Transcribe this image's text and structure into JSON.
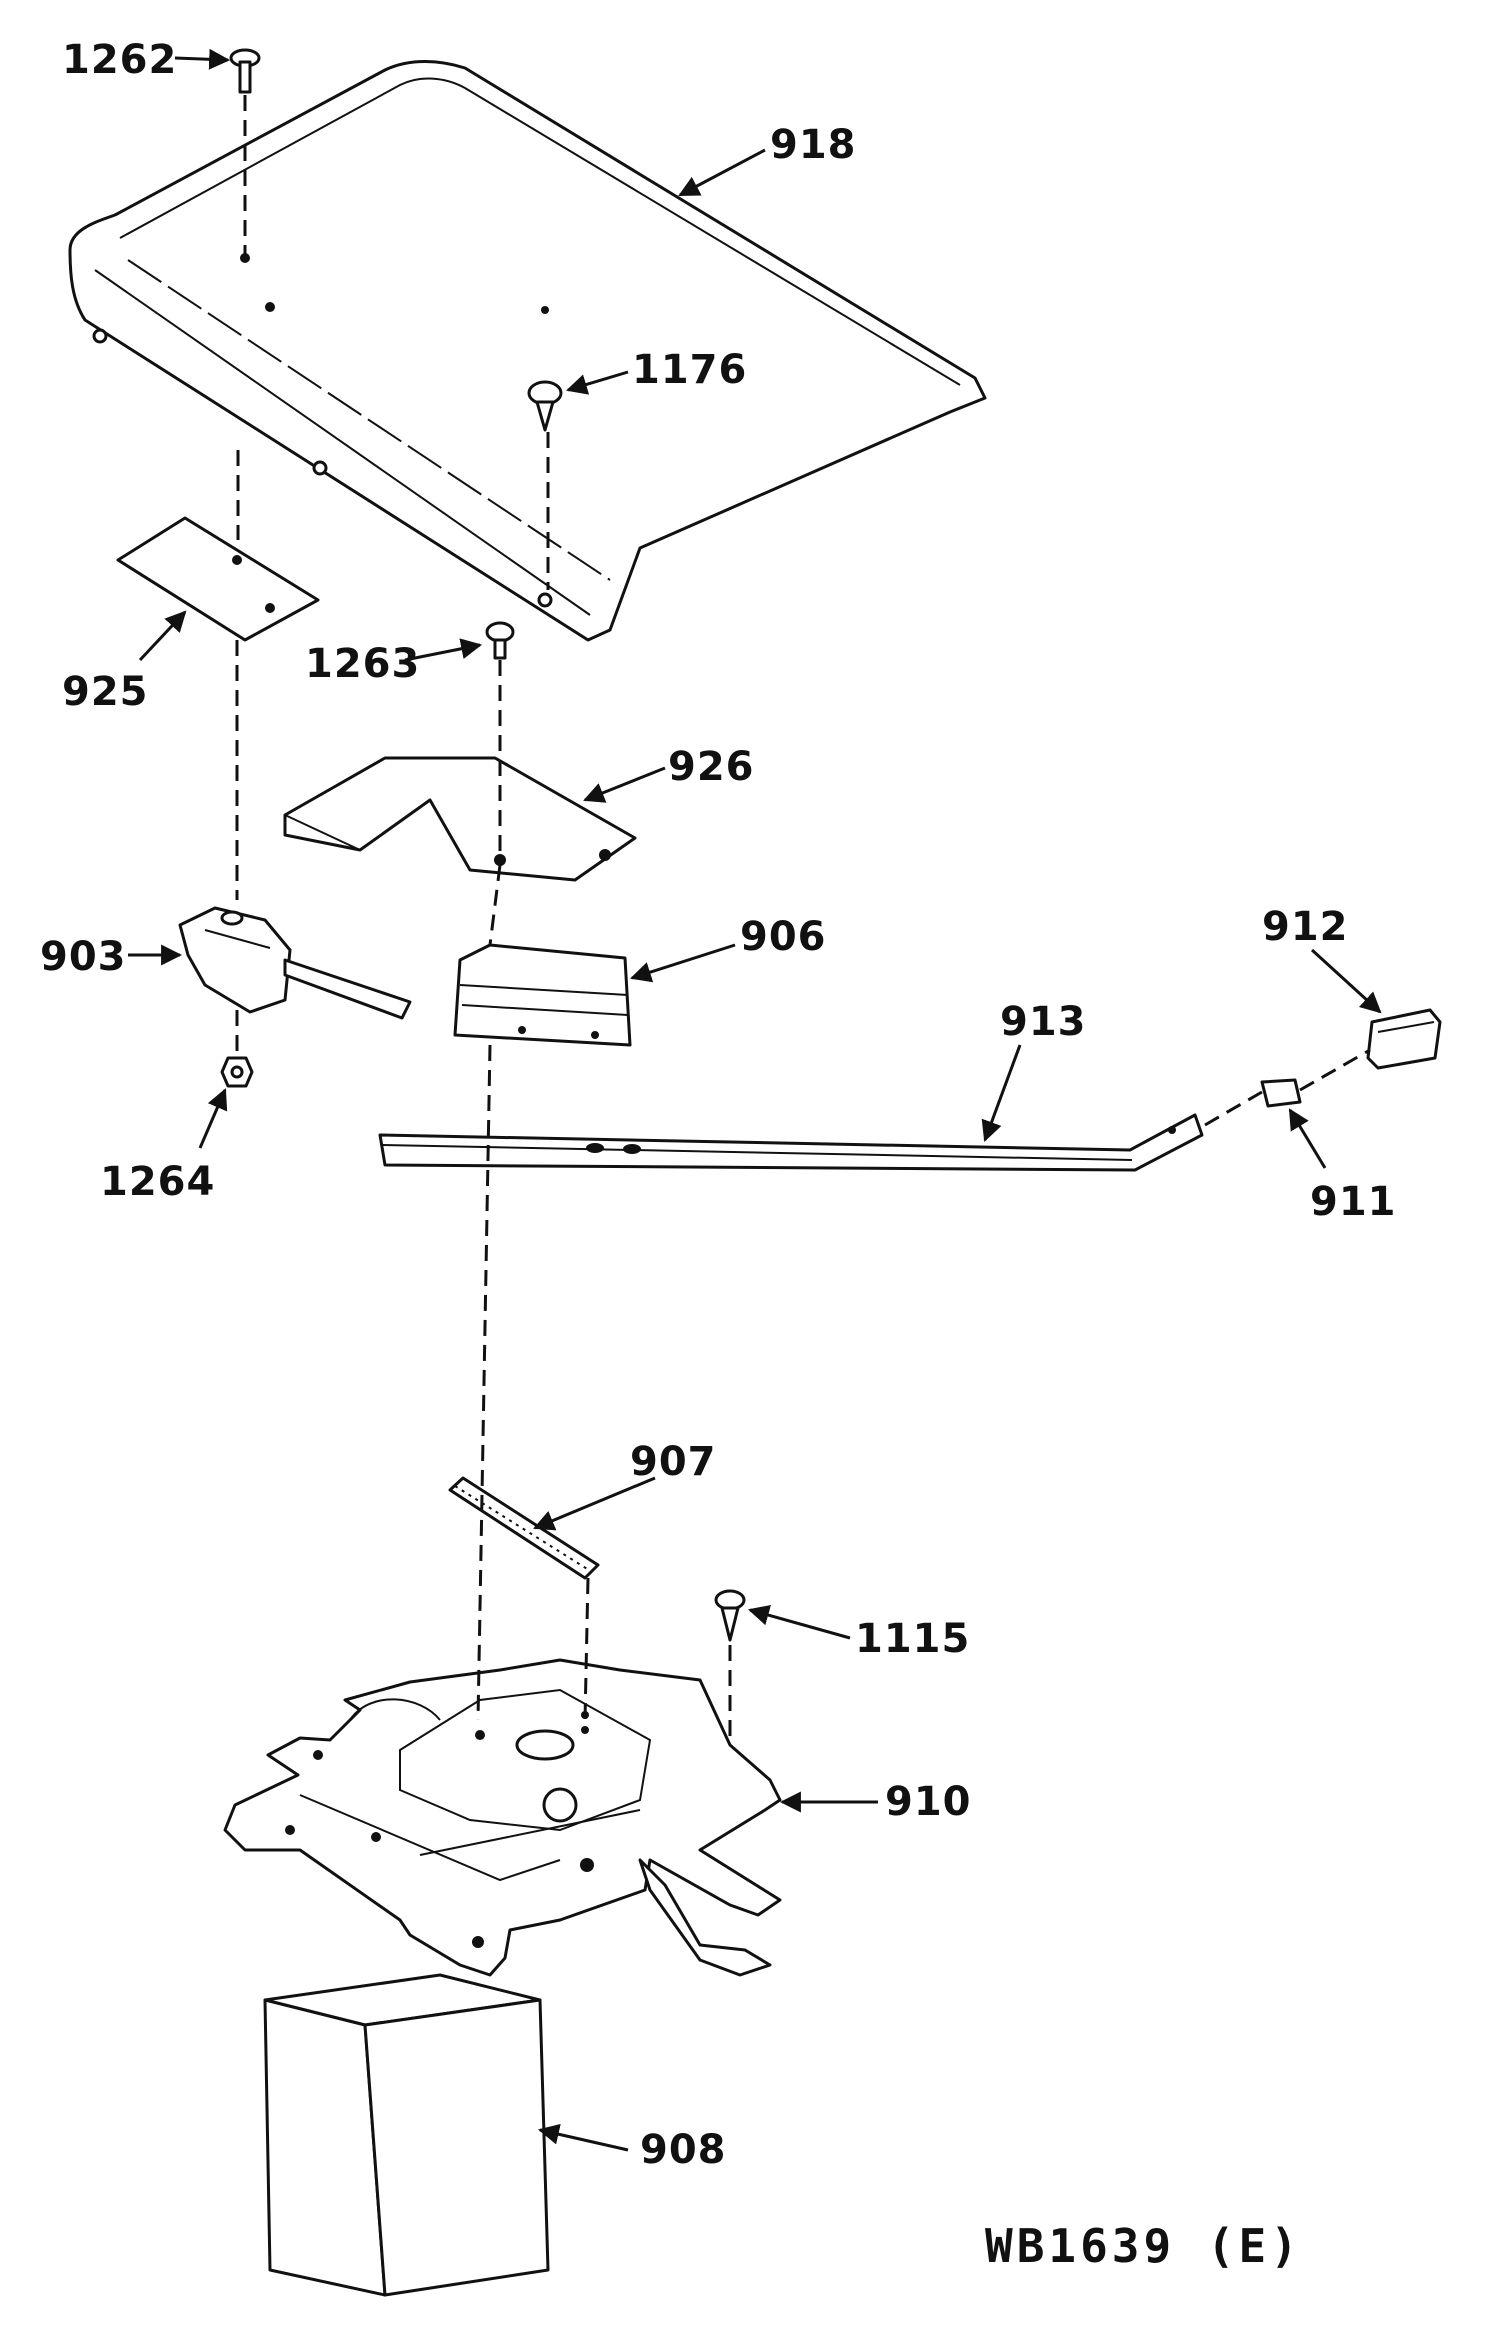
{
  "diagram": {
    "caption": "WB1639 (E)",
    "callouts": {
      "p1262": "1262",
      "p918": "918",
      "p1176": "1176",
      "p925": "925",
      "p1263": "1263",
      "p926": "926",
      "p903": "903",
      "p906": "906",
      "p912": "912",
      "p913": "913",
      "p1264": "1264",
      "p911": "911",
      "p907": "907",
      "p1115": "1115",
      "p910": "910",
      "p908": "908"
    }
  }
}
